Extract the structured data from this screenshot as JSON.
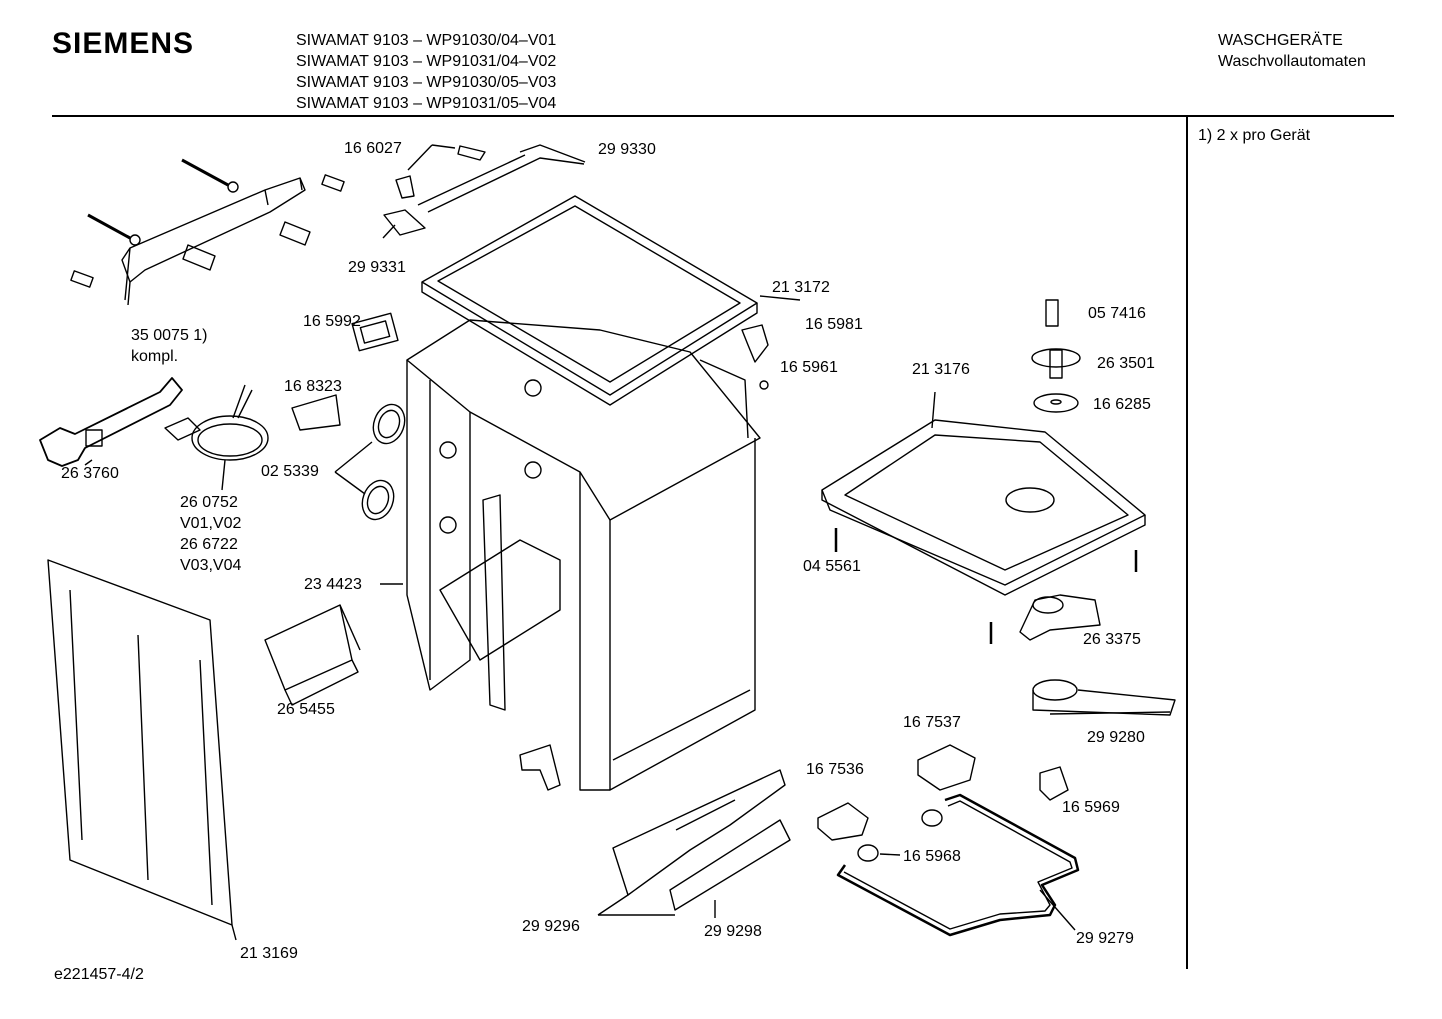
{
  "header": {
    "brand": "SIEMENS",
    "models": [
      "SIWAMAT 9103 – WP91030/04–V01",
      "SIWAMAT 9103 – WP91031/04–V02",
      "SIWAMAT 9103 – WP91030/05–V03",
      "SIWAMAT 9103 – WP91031/05–V04"
    ],
    "category_line1": "WASCHGERÄTE",
    "category_line2": "Waschvollautomaten"
  },
  "notes": {
    "footnote_1": "1) 2 x pro Gerät"
  },
  "footer": {
    "doc_id": "e221457-4/2"
  },
  "parts": [
    {
      "id": "p01",
      "text": "16 6027"
    },
    {
      "id": "p02",
      "text": "29 9330"
    },
    {
      "id": "p03",
      "text": "29 9331"
    },
    {
      "id": "p04",
      "text": "35 0075 1)"
    },
    {
      "id": "p05",
      "text": "kompl."
    },
    {
      "id": "p06",
      "text": "16 5992"
    },
    {
      "id": "p07",
      "text": "21 3172"
    },
    {
      "id": "p08",
      "text": "16 5981"
    },
    {
      "id": "p09",
      "text": "16 5961"
    },
    {
      "id": "p10",
      "text": "05 7416"
    },
    {
      "id": "p11",
      "text": "26 3501"
    },
    {
      "id": "p12",
      "text": "16 6285"
    },
    {
      "id": "p13",
      "text": "21 3176"
    },
    {
      "id": "p14",
      "text": "16 8323"
    },
    {
      "id": "p15",
      "text": "02 5339"
    },
    {
      "id": "p16",
      "text": "26 3760"
    },
    {
      "id": "p17",
      "text": "26 0752"
    },
    {
      "id": "p18",
      "text": "V01,V02"
    },
    {
      "id": "p19",
      "text": "26 6722"
    },
    {
      "id": "p20",
      "text": "V03,V04"
    },
    {
      "id": "p21",
      "text": "23 4423"
    },
    {
      "id": "p22",
      "text": "04 5561"
    },
    {
      "id": "p23",
      "text": "26 3375"
    },
    {
      "id": "p24",
      "text": "26 5455"
    },
    {
      "id": "p25",
      "text": "29 9280"
    },
    {
      "id": "p26",
      "text": "16 7537"
    },
    {
      "id": "p27",
      "text": "16 7536"
    },
    {
      "id": "p28",
      "text": "16 5969"
    },
    {
      "id": "p29",
      "text": "16 5968"
    },
    {
      "id": "p30",
      "text": "29 9296"
    },
    {
      "id": "p31",
      "text": "29 9298"
    },
    {
      "id": "p32",
      "text": "29 9279"
    },
    {
      "id": "p33",
      "text": "21 3169"
    }
  ]
}
